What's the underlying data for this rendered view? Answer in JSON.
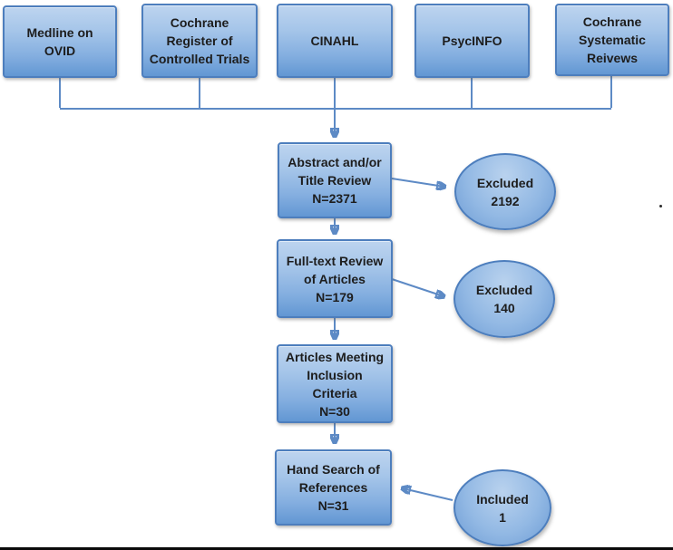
{
  "diagram": {
    "type": "flowchart",
    "sources": [
      {
        "label": "Medline on\nOVID"
      },
      {
        "label": "Cochrane\nRegister of\nControlled Trials"
      },
      {
        "label": "CINAHL"
      },
      {
        "label": "PsycINFO"
      },
      {
        "label": "Cochrane\nSystematic\nReivews"
      }
    ],
    "steps": [
      {
        "label": "Abstract and/or\nTitle Review\nN=2371"
      },
      {
        "label": "Full-text Review\nof Articles\nN=179"
      },
      {
        "label": "Articles Meeting\nInclusion\nCriteria\nN=30"
      },
      {
        "label": "Hand Search of\nReferences\nN=31"
      }
    ],
    "outcomes": [
      {
        "label": "Excluded\n2192"
      },
      {
        "label": "Excluded\n140"
      },
      {
        "label": "Included\n1"
      }
    ],
    "colors": {
      "node_border": "#4d7ebd",
      "node_fill_light": "#b3cdec",
      "node_fill_dark": "#6397d3",
      "connector": "#5d8ac5",
      "text": "#1d1d1d",
      "bottom_border": "#0a0a0a"
    }
  }
}
